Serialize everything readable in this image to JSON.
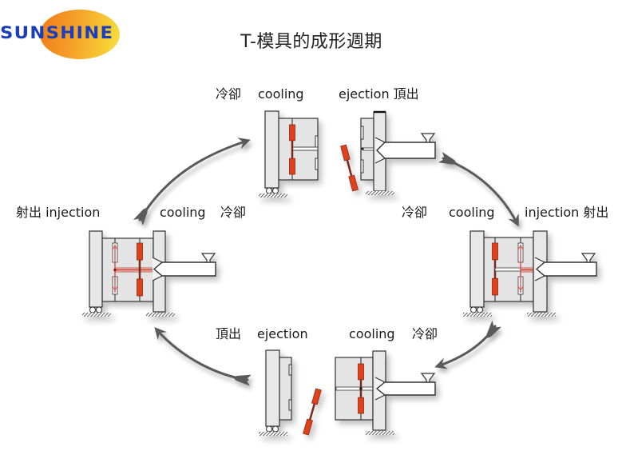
{
  "logo": {
    "text": "SUNSHINE",
    "colors": {
      "text": "#1a3fb8",
      "ellipse_start": "#f07a17",
      "ellipse_end": "#f7e04a"
    }
  },
  "title": "T-模具的成形週期",
  "colors": {
    "part_red": "#e0401c",
    "mold_fill": "#e4e4e4",
    "platen_fill": "#e8e8e8",
    "outline": "#333333",
    "arrow": "#5a5a5a"
  },
  "stages": [
    {
      "id": "top",
      "labels": [
        {
          "key": "cooling_zh",
          "text": "冷卻"
        },
        {
          "key": "cooling_en",
          "text": "cooling"
        },
        {
          "key": "ejection",
          "text": "ejection 頂出"
        }
      ],
      "molds": [
        {
          "name": "mold-top-cooling",
          "icon": "mold-cooling-icon",
          "state": "cooling"
        },
        {
          "name": "mold-top-ejection",
          "icon": "mold-ejection-icon",
          "state": "ejection"
        }
      ]
    },
    {
      "id": "left",
      "labels": [
        {
          "key": "injection",
          "text": "射出 injection"
        },
        {
          "key": "cooling_en",
          "text": "cooling"
        },
        {
          "key": "cooling_zh",
          "text": "冷卻"
        }
      ],
      "molds": [
        {
          "name": "mold-left-injection",
          "icon": "mold-injection-icon",
          "state": "injection + cooling"
        }
      ]
    },
    {
      "id": "right",
      "labels": [
        {
          "key": "cooling_zh",
          "text": "冷卻"
        },
        {
          "key": "cooling_en",
          "text": "cooling"
        },
        {
          "key": "injection",
          "text": "injection 射出"
        }
      ],
      "molds": [
        {
          "name": "mold-right-injection",
          "icon": "mold-injection-icon",
          "state": "cooling + injection"
        }
      ]
    },
    {
      "id": "bottom",
      "labels": [
        {
          "key": "ejection_zh",
          "text": "頂出"
        },
        {
          "key": "ejection_en",
          "text": "ejection"
        },
        {
          "key": "cooling_en",
          "text": "cooling"
        },
        {
          "key": "cooling_zh",
          "text": "冷卻"
        }
      ],
      "molds": [
        {
          "name": "mold-bottom-ejection",
          "icon": "mold-ejection-icon",
          "state": "ejection"
        },
        {
          "name": "mold-bottom-cooling",
          "icon": "mold-cooling-icon",
          "state": "cooling"
        }
      ]
    }
  ],
  "cycle_arrows": [
    {
      "name": "arrow-left-to-top",
      "icon": "curved-arrow-icon",
      "direction": "clockwise"
    },
    {
      "name": "arrow-top-to-right",
      "icon": "curved-arrow-icon",
      "direction": "clockwise"
    },
    {
      "name": "arrow-right-to-bottom",
      "icon": "curved-arrow-icon",
      "direction": "clockwise"
    },
    {
      "name": "arrow-bottom-to-left",
      "icon": "curved-arrow-icon",
      "direction": "clockwise"
    }
  ]
}
